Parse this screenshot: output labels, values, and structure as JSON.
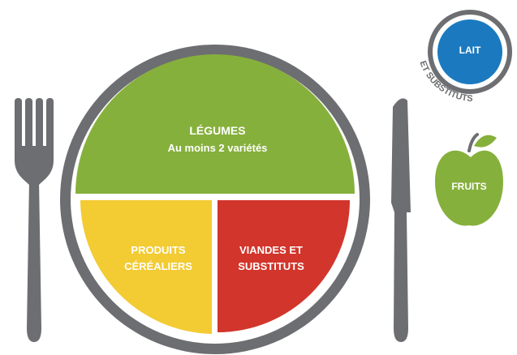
{
  "plate": {
    "vegetables": {
      "line1": "LÉGUMES",
      "line2": "Au moins 2 variétés",
      "color": "#86b03c"
    },
    "grains": {
      "line1": "PRODUITS",
      "line2": "CÉRÉALIERS",
      "color": "#f3cb33"
    },
    "meats": {
      "line1": "VIANDES ET",
      "line2": "SUBSTITUTS",
      "color": "#d2352b"
    },
    "rim_color": "#6d6e71"
  },
  "milk": {
    "label": "LAIT",
    "curved_label": "ET SUBSTITUTS",
    "color": "#1b7abf"
  },
  "fruits": {
    "label": "FRUITS",
    "color": "#86b03c"
  },
  "cutlery": {
    "fork_icon": "fork-icon",
    "knife_icon": "knife-icon",
    "color": "#6d6e71"
  }
}
